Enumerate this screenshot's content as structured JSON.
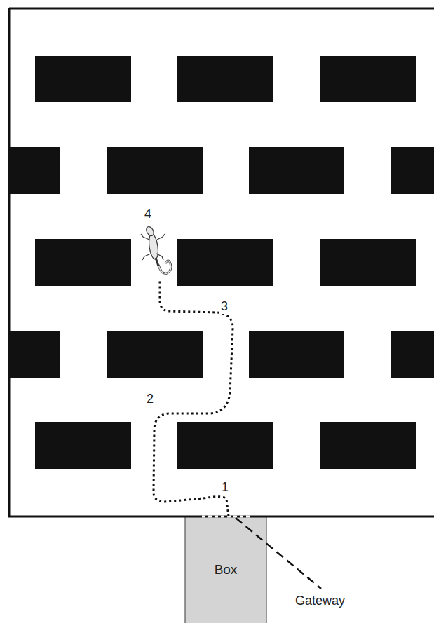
{
  "diagram": {
    "nodes": [
      {
        "text": [
          "Box"
        ]
      }
    ],
    "labels": [
      "1",
      "2",
      "3",
      "4",
      "Gateway"
    ]
  }
}
